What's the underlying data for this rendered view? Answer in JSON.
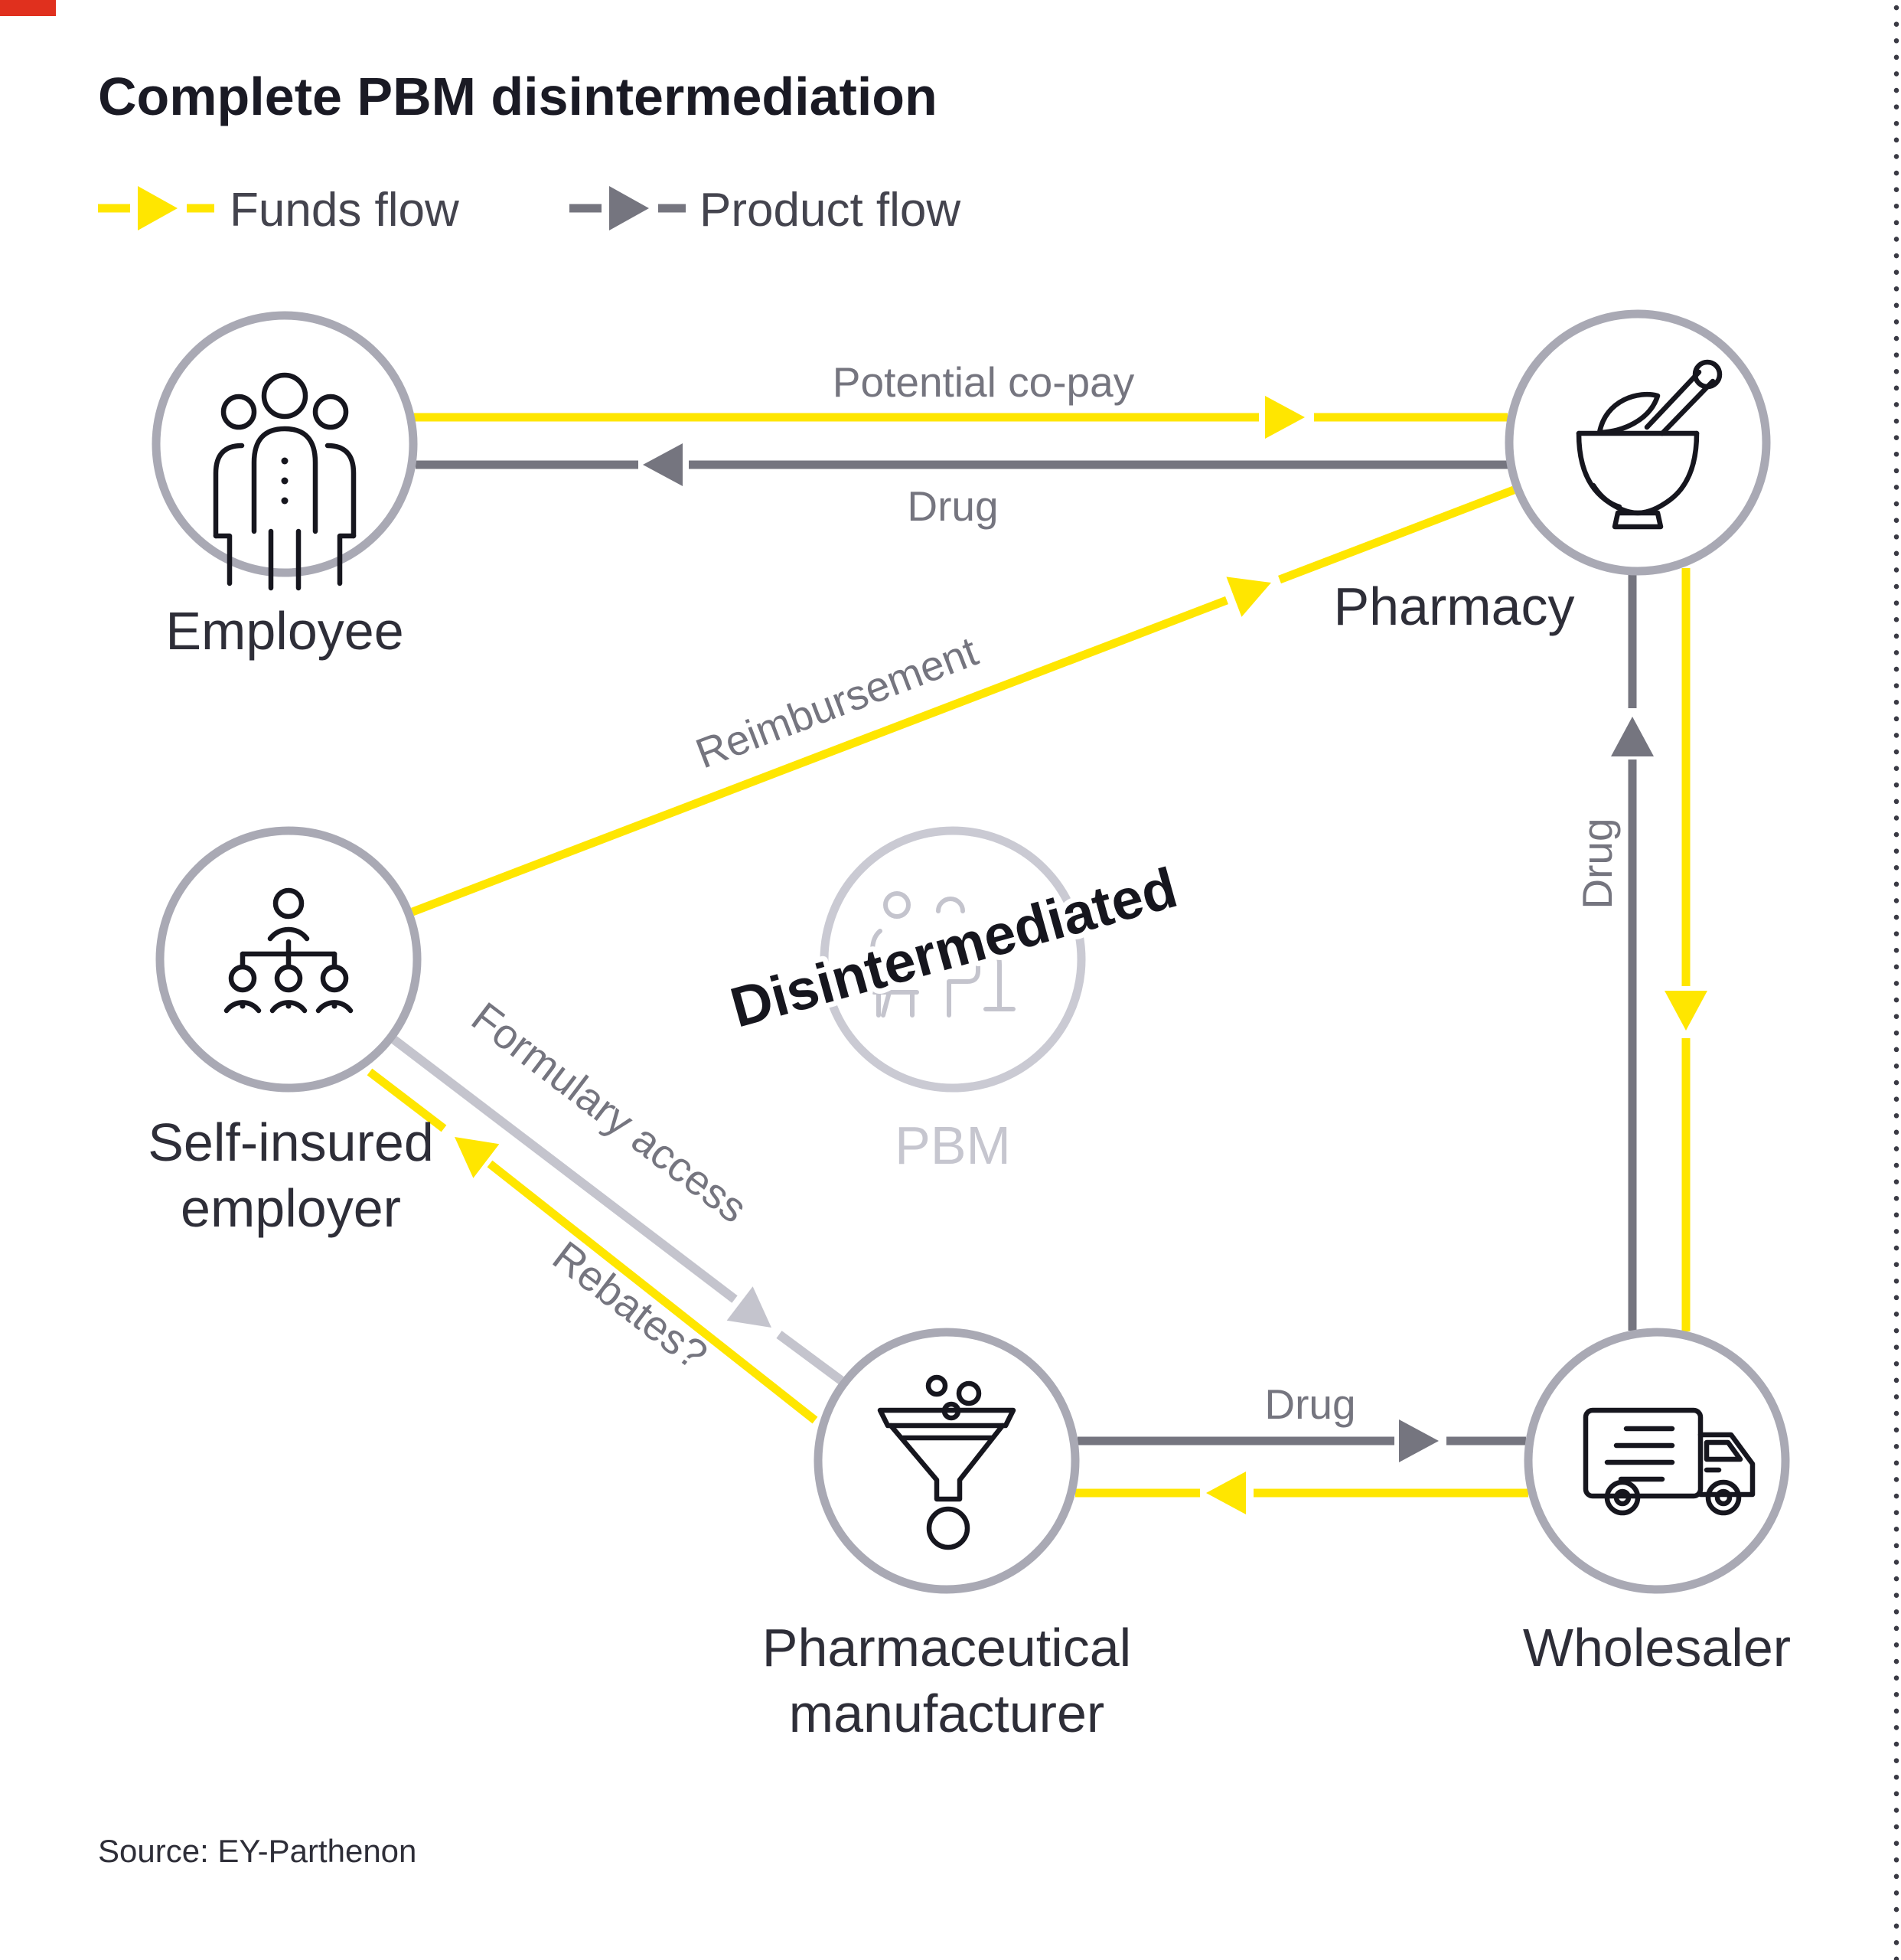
{
  "title": "Complete PBM disintermediation",
  "legend": {
    "funds": {
      "label": "Funds flow",
      "color": "#FFE600"
    },
    "product": {
      "label": "Product flow",
      "color": "#75757F"
    }
  },
  "nodes": {
    "employee": {
      "label": "Employee",
      "icon": "people-group-icon"
    },
    "pharmacy": {
      "label": "Pharmacy",
      "icon": "mortar-pestle-icon"
    },
    "employer": {
      "line1": "Self-insured",
      "line2": "employer",
      "icon": "org-chart-icon"
    },
    "pbm": {
      "label": "PBM",
      "icon": "negotiation-icon",
      "status": "disintermediated"
    },
    "manufacturer": {
      "line1": "Pharmaceutical",
      "line2": "manufacturer",
      "icon": "funnel-icon"
    },
    "wholesaler": {
      "label": "Wholesaler",
      "icon": "delivery-truck-icon"
    }
  },
  "edges": {
    "copay": {
      "label": "Potential co-pay",
      "type": "funds",
      "from": "employee",
      "to": "pharmacy"
    },
    "drug_to_employee": {
      "label": "Drug",
      "type": "product",
      "from": "pharmacy",
      "to": "employee"
    },
    "reimbursement": {
      "label": "Reimbursement",
      "type": "funds",
      "from": "employer",
      "to": "pharmacy"
    },
    "formulary_access": {
      "label": "Formulary access",
      "type": "disabled",
      "from": "employer",
      "to": "manufacturer"
    },
    "rebates": {
      "label": "Rebates?",
      "type": "funds",
      "from": "manufacturer",
      "to": "employer"
    },
    "drug_to_wholesaler": {
      "label": "Drug",
      "type": "product",
      "from": "manufacturer",
      "to": "wholesaler"
    },
    "payment_to_manufacturer": {
      "type": "funds",
      "from": "wholesaler",
      "to": "manufacturer"
    },
    "drug_to_pharmacy": {
      "label": "Drug",
      "type": "product",
      "from": "wholesaler",
      "to": "pharmacy"
    },
    "payment_to_wholesaler": {
      "type": "funds",
      "from": "pharmacy",
      "to": "wholesaler"
    }
  },
  "overlay": {
    "disintermediated": "Disintermediated"
  },
  "source": {
    "text": "Source: EY-Parthenon"
  },
  "colors": {
    "funds": "#FFE600",
    "product": "#75757F",
    "disabled": "#C4C4CD",
    "node_border": "#A9A9B4",
    "node_label": "#2E2E38",
    "edge_label": "#75757F",
    "title": "#1A1A24",
    "corner_marker": "#E0301E",
    "dotted_border": "#3A3A44"
  }
}
